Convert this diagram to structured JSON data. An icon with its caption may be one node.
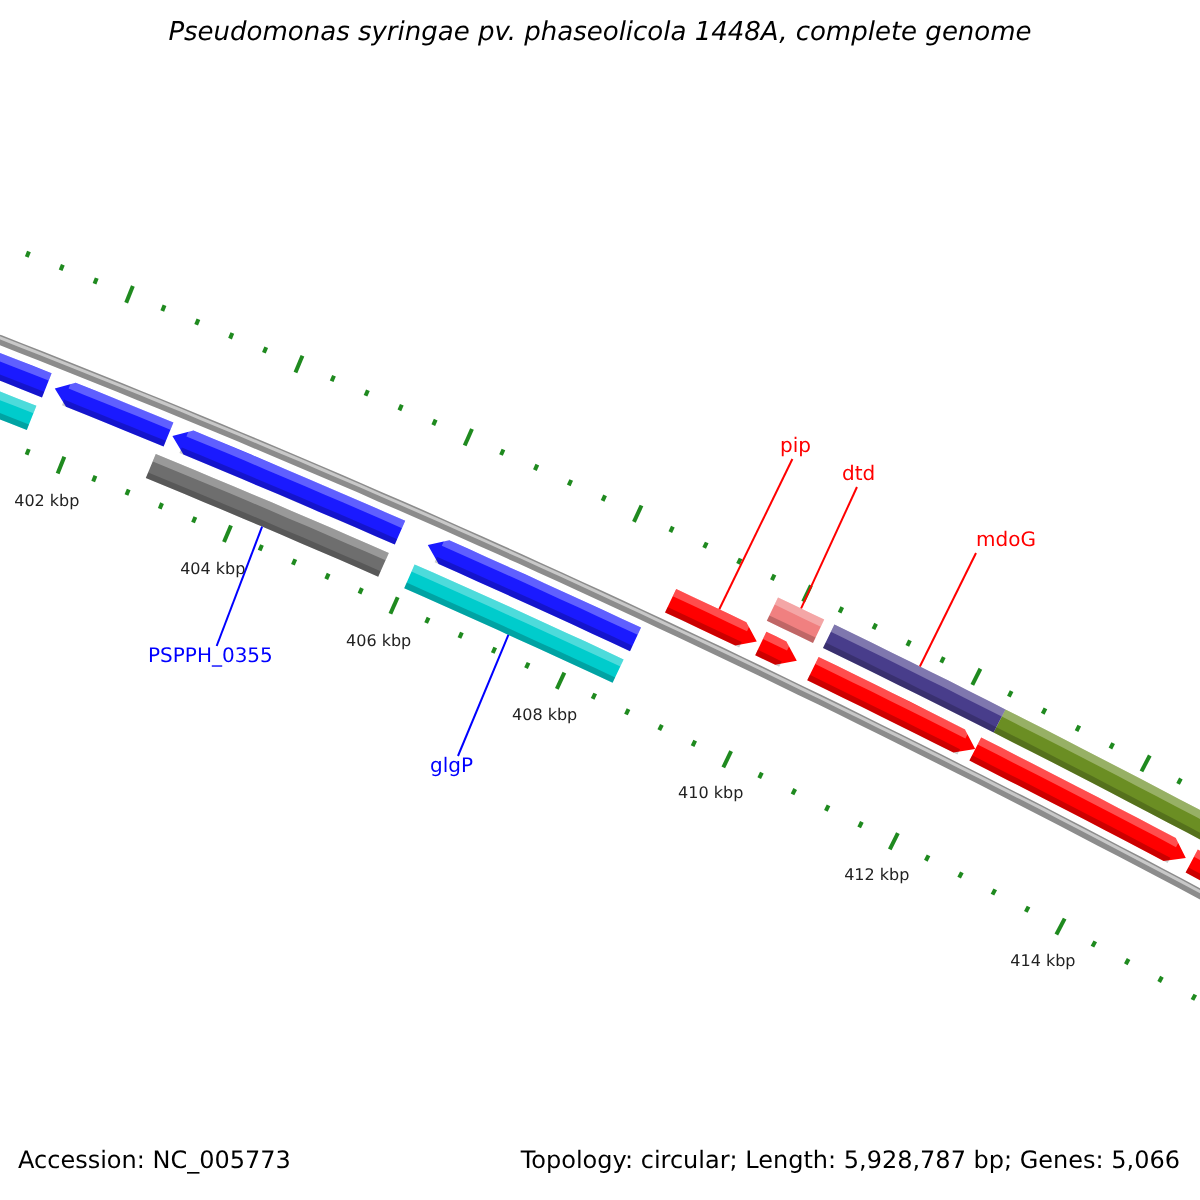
{
  "diagram": {
    "title": "Pseudomonas syringae pv. phaseolicola 1448A, complete genome",
    "nodes": [
      {
        "text": [
          "pip"
        ]
      },
      {
        "text": [
          "dtd"
        ]
      },
      {
        "text": [
          "mdoG"
        ]
      },
      {
        "text": [
          "PSPPH_0355"
        ]
      },
      {
        "text": [
          "glgP"
        ]
      },
      {
        "text": [],
        "shape": "bar"
      },
      {
        "text": [],
        "shape": "bar"
      },
      {
        "text": [],
        "shape": "bar"
      },
      {
        "text": [],
        "shape": "bar"
      },
      {
        "text": [],
        "shape": "bar"
      }
    ],
    "edges": [
      {
        "from": 0,
        "to": 7,
        "arrow": "none"
      },
      {
        "from": 1,
        "to": 8,
        "arrow": "none"
      },
      {
        "from": 2,
        "to": 9,
        "arrow": "none"
      },
      {
        "from": 3,
        "to": 5,
        "arrow": "none",
        "color": "#0000ff"
      },
      {
        "from": 4,
        "to": 6,
        "arrow": "none",
        "color": "#0000ff"
      }
    ],
    "labels": [
      "402 kbp",
      "404 kbp",
      "406 kbp",
      "408 kbp",
      "410 kbp",
      "412 kbp",
      "414 kbp",
      "Accession: NC_005773",
      "Topology: circular; Length: 5,928,787 bp; Genes: 5,066"
    ]
  }
}
